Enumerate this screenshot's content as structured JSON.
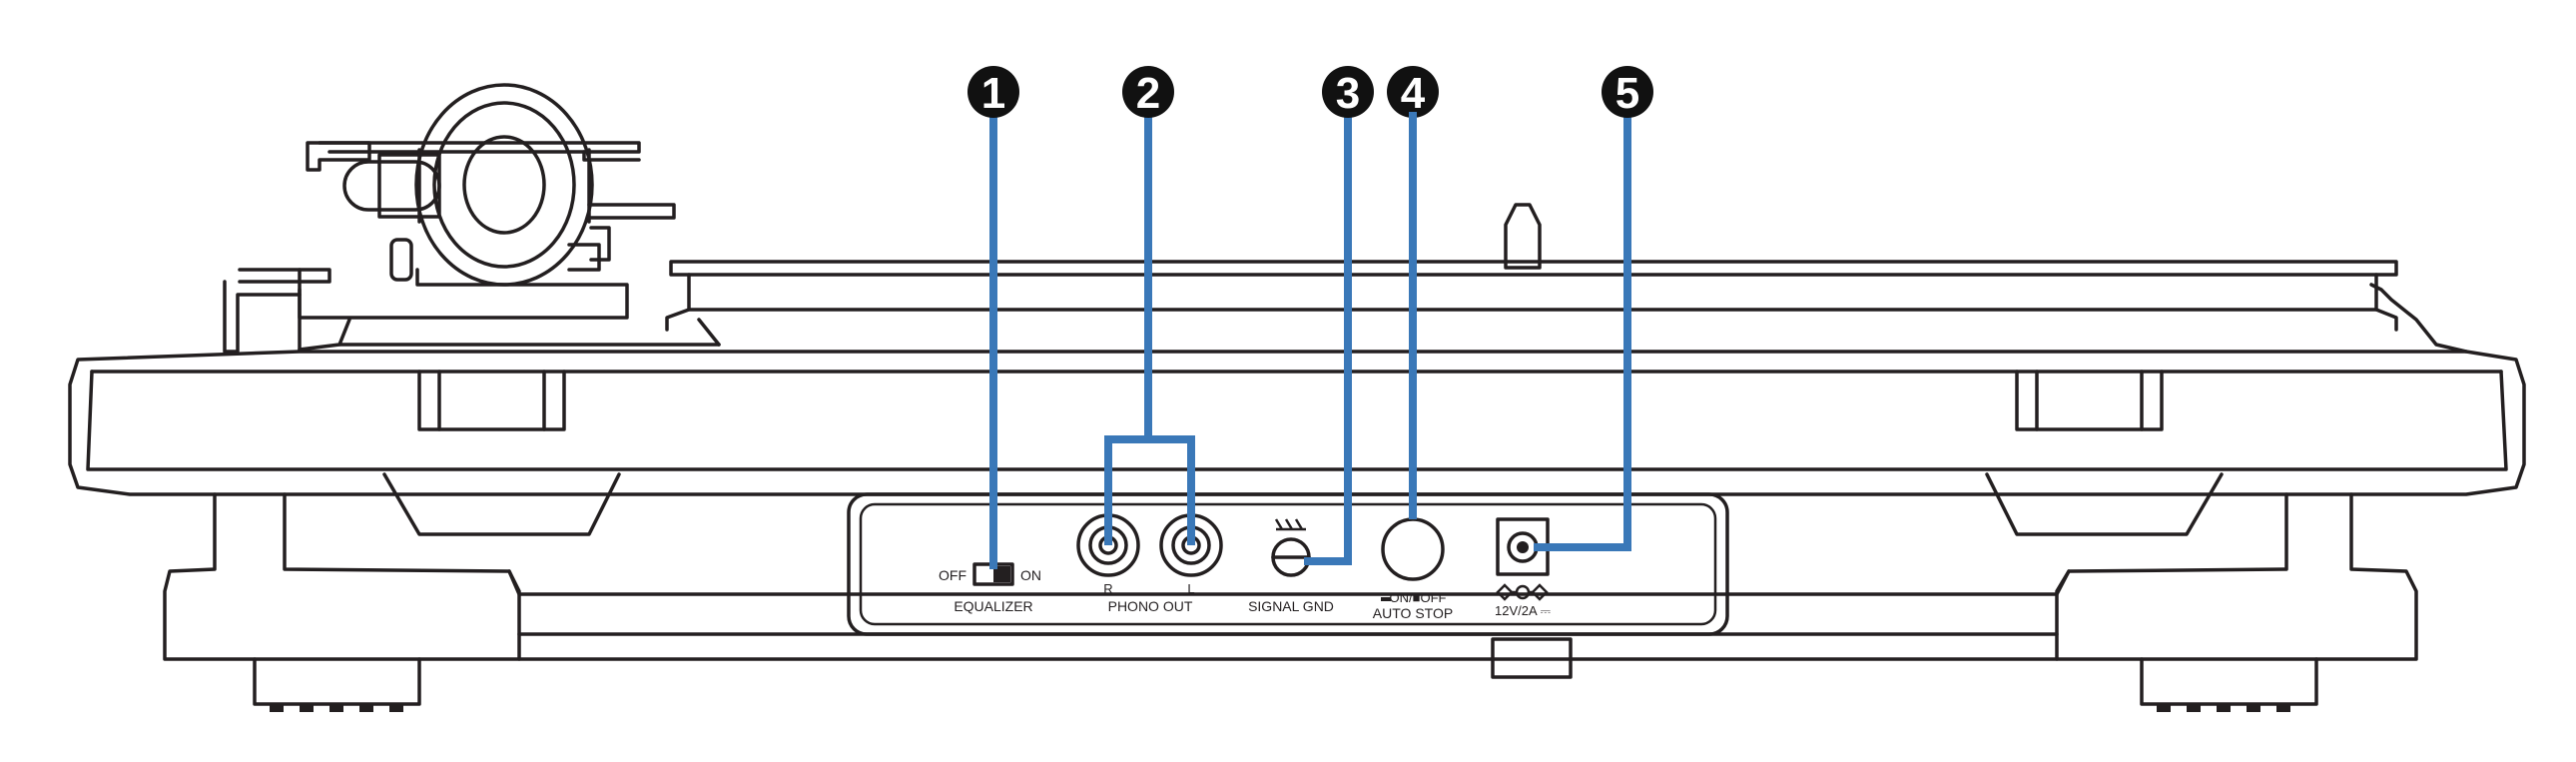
{
  "panel": {
    "equalizer_off": "OFF",
    "equalizer_on": "ON",
    "equalizer": "EQUALIZER",
    "phono_r": "R",
    "phono_l": "L",
    "phono_out": "PHONO OUT",
    "signal_gnd": "SIGNAL GND",
    "auto_stop_top": "ON/■OFF",
    "auto_stop": "AUTO STOP",
    "power": "12V/2A ⎓"
  },
  "callouts": [
    {
      "number": "1",
      "target": "EQUALIZER switch"
    },
    {
      "number": "2",
      "target": "PHONO OUT jacks"
    },
    {
      "number": "3",
      "target": "SIGNAL GND terminal"
    },
    {
      "number": "4",
      "target": "AUTO STOP button"
    },
    {
      "number": "5",
      "target": "DC IN jack"
    }
  ],
  "colors": {
    "callout_line": "#3a78b8",
    "badge": "#111111",
    "line_art": "#231f20"
  }
}
